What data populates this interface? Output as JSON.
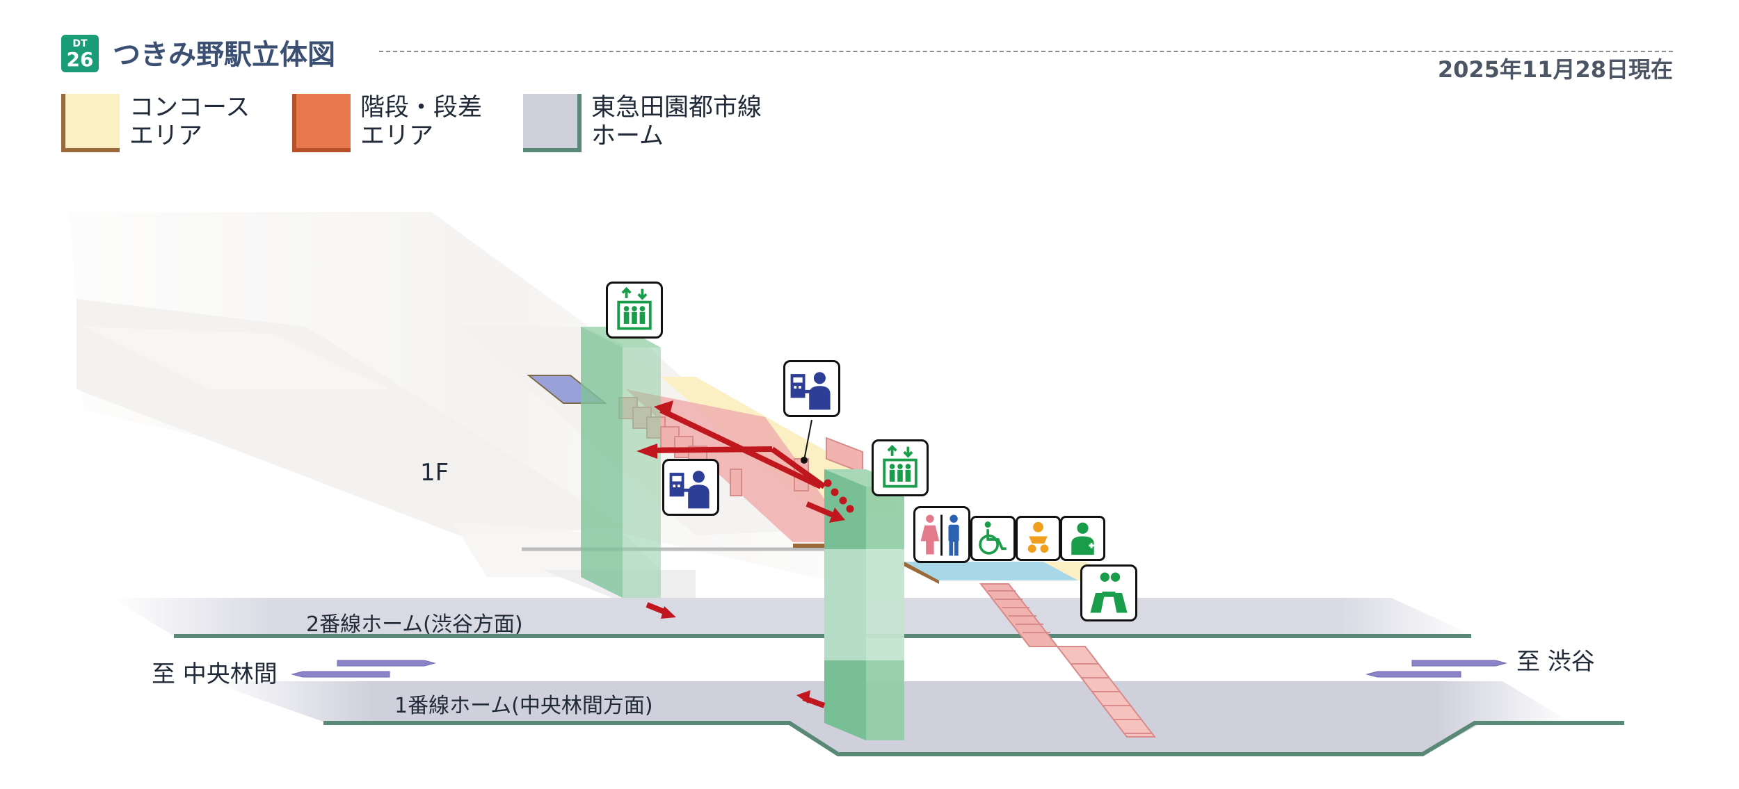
{
  "header": {
    "badge_top": "DT",
    "badge_number": "26",
    "title": "つきみ野駅立体図",
    "date": "2025年11月28日現在"
  },
  "legend": [
    {
      "line1": "コンコース",
      "line2": "エリア",
      "fill": "#fbefc4",
      "edge": "#9a6a3a"
    },
    {
      "line1": "階段・段差",
      "line2": "エリア",
      "fill": "#e8784e",
      "edge": "#b8502c"
    },
    {
      "line1": "東急田園都市線",
      "line2": "ホーム",
      "fill": "#cfd0dc",
      "edge": "#5a8876"
    }
  ],
  "diagram": {
    "floor_label": "1F",
    "platform_2": "2番線ホーム(渋谷方面)",
    "platform_1": "1番線ホーム(中央林間方面)",
    "direction_left": "至 中央林間",
    "direction_right": "至 渋谷"
  },
  "colors": {
    "accent": "#1a9d77",
    "title": "#3b4f73",
    "elevator": "#8fcca4",
    "platform": "#cfd0dc",
    "platform_edge": "#5a8876",
    "route_arrow": "#c0161d",
    "stairs": "#f1b3b0",
    "concourse": "#fbefc4",
    "facility_floor": "#a8d8e8"
  },
  "icons": [
    "elevator-icon",
    "ticket-machine-icon",
    "ticket-machine-icon",
    "elevator-icon",
    "restroom-icon",
    "wheelchair-icon",
    "baby-care-icon",
    "first-aid-icon",
    "priority-seat-icon"
  ]
}
